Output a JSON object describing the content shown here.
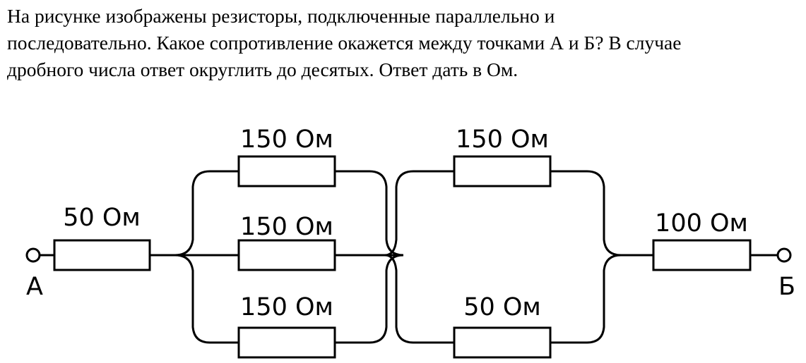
{
  "question": {
    "line1": "На рисунке изображены резисторы, подключенные параллельно и",
    "line2": "последовательно. Какое сопротивление окажется между точками А и Б? В случае",
    "line3": "дробного числа ответ округлить до десятых. Ответ дать в Ом."
  },
  "circuit": {
    "terminal_a": "А",
    "terminal_b": "Б",
    "r_series_left": "50 Ом",
    "r_par1_top": "150 Ом",
    "r_par1_mid": "150 Ом",
    "r_par1_bottom": "150 Ом",
    "r_par2_top": "150 Ом",
    "r_par2_bottom": "50 Ом",
    "r_series_right": "100 Ом"
  }
}
